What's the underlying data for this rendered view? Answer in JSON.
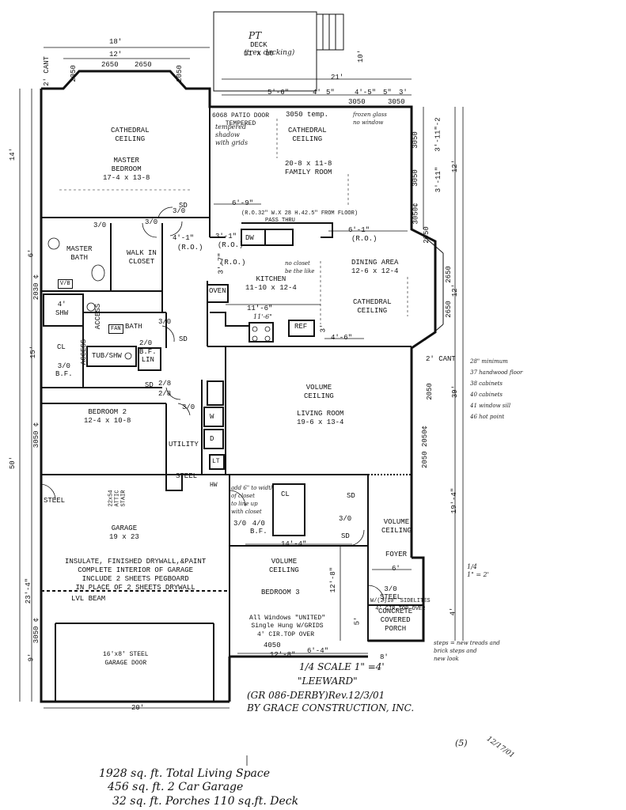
{
  "dims": {
    "d18": "18'",
    "d12": "12'",
    "d2650a": "2650",
    "d2650b": "2650",
    "d2050a": "2050",
    "d2050b": "2050",
    "cant2": "2' CANT",
    "d14": "14'",
    "d6": "6'",
    "d2030": "2030 ¢",
    "d15": "15'",
    "d3050a": "3050 ¢",
    "d50": "50'",
    "d23_4": "23'-4\"",
    "d3050b": "3050 ¢",
    "d9": "9'",
    "d10": "10'",
    "d21": "21'",
    "d5_6": "5'-6\"",
    "d4a": "4'",
    "d5a": "5\"",
    "d4_5": "4'-5\"",
    "d5b": "5\"",
    "d3": "3'",
    "w3050a": "3050",
    "w3050b": "3050",
    "temp3050": "3050 temp.",
    "r3050a": "3050",
    "r3050b": "3050",
    "r3050c": "3050¢",
    "r3_11_2": "3'-11\"-2",
    "r3_11": "3'-11\"",
    "r12a": "12'",
    "cant_r": "2' CANT",
    "r2050a": "2050",
    "r2650a": "2650",
    "r2650b": "2650",
    "r12b": "12'",
    "r39": "39'",
    "r2050b": "2050",
    "r2050c": "2050 2050¢",
    "r19_4": "19'-4\"",
    "r4": "4'",
    "k6_9": "6'-9\"",
    "k4_1": "4'-1\"",
    "k3_1": "3'-1\"",
    "k3_7": "3'-7\"",
    "k6_1": "6'-1\"",
    "k11_6": "11'-6\"",
    "k3": "3'",
    "k4_6": "4'-6\"",
    "b14_4": "14'-4\"",
    "b12_8": "12'-8\"",
    "b6": "6'",
    "b5": "5'",
    "b4050": "4050",
    "b12_8b": "12'-8\"",
    "b6_4": "6'-4\"",
    "b8": "8'",
    "g20": "20'",
    "ro": "(R.O.)",
    "ro2": "(R.O.)",
    "ro3": "(R.O.)",
    "ro4": "(R.O.)"
  },
  "doors": {
    "d30a": "3/0",
    "d30b": "3/0",
    "d30c": "3/0",
    "d30d": "3/0",
    "d30e": "3/0",
    "d30f": "3/0",
    "d30g": "3/0",
    "d28a": "2/8",
    "d28b": "2/8",
    "d20": "2/0",
    "d40bf": "4/0\nB.F.",
    "d30bf": "3/0\nB.F.",
    "bflin": "B.F.\nLIN",
    "d30steel": "3/0\nSTEEL",
    "d30steel2": "3/0\nSTEEL",
    "steel": "STEEL",
    "sdA": "SD",
    "sdB": "SD",
    "sdC": "SD",
    "sdD": "SD",
    "sdE": "SD",
    "sdF": "SD"
  },
  "rooms": {
    "deck": "DECK\n11 x 10",
    "deck_pt": "PT",
    "deck_note": "(trex decking)",
    "master_ceiling": "CATHEDRAL\nCEILING",
    "master": "MASTER\nBEDROOM\n17-4 x 13-8",
    "family_ceiling": "CATHEDRAL\nCEILING",
    "family": "20-8 x 11-8\nFAMILY ROOM",
    "patio": "6068 PATIO DOOR\nTEMPERED",
    "window_note": "(R.O.32\" W.X 28 H.42.5\" FROM FLOOR)",
    "pass_thru": "PASS THRU",
    "master_bath": "MASTER\nBATH",
    "walk_in": "WALK IN\nCLOSET",
    "kitchen": "KITCHEN\n11-10 x 12-4",
    "oven": "OVEN",
    "dw": "DW",
    "ref": "REF",
    "dining": "DINING AREA\n12-6 x 12-4",
    "dining_ceiling": "CATHEDRAL\nCEILING",
    "shw": "4'\nSHW",
    "access1": "ACCESS",
    "access2": "ACCESS",
    "fan": "FAN",
    "bath": "BATH",
    "tub": "TUB/SHW",
    "cl": "CL",
    "vb": "V/B",
    "living_ceiling": "VOLUME\nCEILING",
    "living": "LIVING ROOM\n19-6 x 13-4",
    "bedroom2": "BEDROOM 2\n12-4 x 10-8",
    "utility": "UTILITY",
    "w": "W",
    "d": "D",
    "lt": "LT",
    "hw": "HW",
    "stair": "22x54\nATTIC\nSTAIR",
    "garage": "GARAGE\n19 x 23",
    "garage_note": "INSULATE, FINISHED DRYWALL,&PAINT\nCOMPLETE INTERIOR OF GARAGE\nINCLUDE 2 SHEETS PEGBOARD\nIN PLACE OF 2 SHEETS DRYWALL",
    "lvl_beam": "LVL BEAM",
    "garage_door": "16'x8' STEEL\nGARAGE DOOR",
    "cl2": "CL",
    "bed3_ceiling": "VOLUME\nCEILING",
    "bed3": "BEDROOM 3",
    "windows_note": "All Windows \"UNITED\"\nSingle Hung W/GRIDS",
    "cir_top": "4' CIR.TOP OVER",
    "foyer_ceiling": "VOLUME\nCEILING",
    "foyer": "FOYER",
    "sidelites": "W/(2)10\" SIDELITES\n4' CIR.TOP OVER",
    "porch": "CONCRETE\nCOVERED\nPORCH"
  },
  "handnotes": {
    "n1": "tempered\nshadow\nwith grids",
    "n2": "frozen glass\nno window",
    "n3": "no closet\nbe the like",
    "n4": "add 6\" to width\nof closet\nto line up\nwith closet",
    "n5": "28\" minimum\n37 handwood floor\n38 cabinets\n40 cabinets\n41 window sill\n46 hot point",
    "n6": "steps = new treads and\nbrick steps and\nnew look",
    "n7": "1/4\n1\" = 2'",
    "n8": "(5)",
    "n9": "12/17/01",
    "n10": "11'-6\""
  },
  "title": {
    "scale": "1/4 SCALE 1\" =4'",
    "name": "\"LEEWARD\"",
    "rev": "(GR 086-DERBY)Rev.12/3/01",
    "by": "BY GRACE CONSTRUCTION, INC."
  },
  "summary": {
    "line1": "1928 sq. ft. Total Living Space",
    "line2": "456  sq. ft. 2 Car Garage",
    "line3": "32  sq. ft. Porches  110 sq.ft. Deck"
  }
}
